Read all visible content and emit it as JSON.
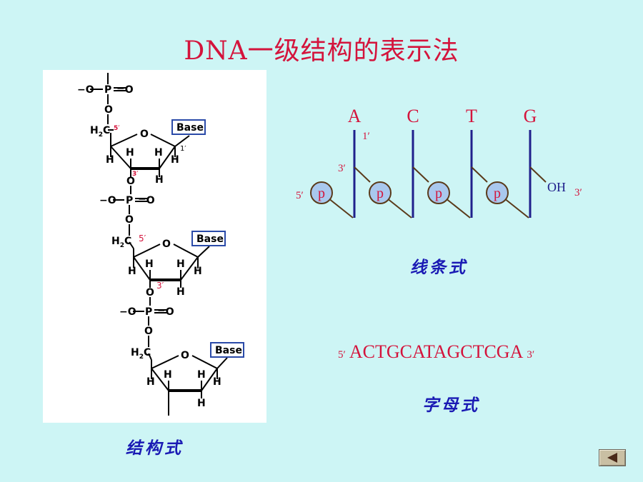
{
  "title": "DNA一级结构的表示法",
  "structural": {
    "caption": "结构式",
    "atoms": {
      "o": "O",
      "p": "P",
      "o_minus": "−O",
      "eq_o": "=O",
      "h": "H",
      "h2c": "H",
      "h2c_sub": "2",
      "h2c_c": "C",
      "base": "Base",
      "p5": "5′",
      "p3": "3′",
      "p1": "1′"
    }
  },
  "line_form": {
    "caption": "线条式",
    "bases": [
      "A",
      "C",
      "T",
      "G"
    ],
    "phosphate": "p",
    "oh": "OH",
    "end5": "5′",
    "end3": "3′",
    "pos1": "1′",
    "pos3": "3′"
  },
  "letter_form": {
    "caption": "字母式",
    "end5": "5′",
    "sequence": "ACTGCATAGCTCGA",
    "end3": "3′"
  },
  "colors": {
    "background": "#cdf5f5",
    "title_red": "#d4143c",
    "caption_blue": "#1a1ab4",
    "line_blue": "#20208c",
    "line_brown": "#5a3a1a",
    "phosphate_fill": "#a9c8ee",
    "base_box": "#2a4aa8"
  },
  "icons": {
    "nav": "back-arrow-icon"
  }
}
